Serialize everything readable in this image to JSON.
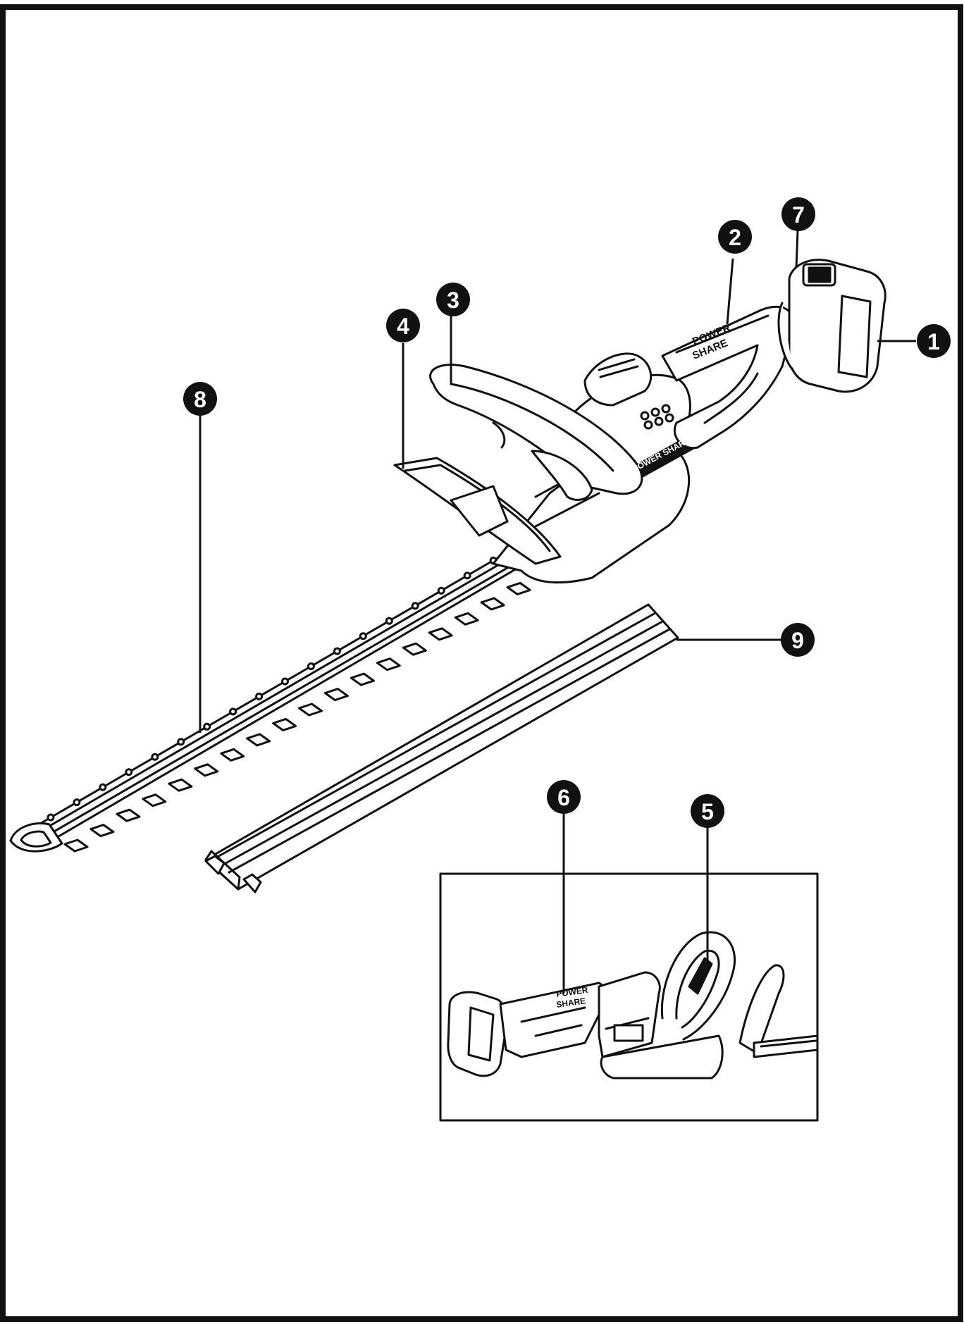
{
  "callouts": [
    {
      "id": "1",
      "part": "battery"
    },
    {
      "id": "2",
      "part": "rear-handle"
    },
    {
      "id": "3",
      "part": "front-handle"
    },
    {
      "id": "4",
      "part": "hand-guard"
    },
    {
      "id": "5",
      "part": "front-handle-switch"
    },
    {
      "id": "6",
      "part": "rear-handle-trigger"
    },
    {
      "id": "7",
      "part": "battery-release-button"
    },
    {
      "id": "8",
      "part": "blade"
    },
    {
      "id": "9",
      "part": "blade-cover"
    }
  ],
  "branding": {
    "handle_top": "POWER",
    "handle_bottom": "SHARE",
    "housing": "POWER SHARE",
    "inset_top": "POWER",
    "inset_bottom": "SHARE"
  },
  "colors": {
    "ink": "#111111",
    "paper": "#ffffff",
    "badge": "#111111"
  }
}
